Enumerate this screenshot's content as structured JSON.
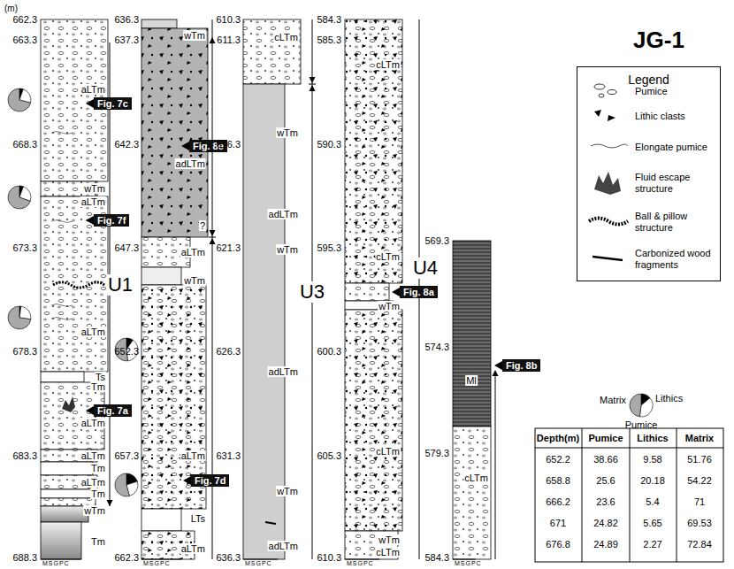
{
  "diagram": {
    "title": "JG-1",
    "nodes": [
      {
        "text": [
          "Fig. 7c"
        ]
      },
      {
        "text": [
          "Fig. 7f"
        ]
      },
      {
        "text": [
          "Fig. 7a"
        ]
      },
      {
        "text": [
          "Fig. 8e"
        ]
      },
      {
        "text": [
          "Fig. 7d"
        ]
      },
      {
        "text": [
          "Fig. 8a"
        ]
      },
      {
        "text": [
          "Fig. 8b"
        ]
      },
      {
        "text": [
          "Legend"
        ]
      }
    ],
    "labels": [
      "(m)",
      "662.3",
      "663.3",
      "668.3",
      "673.3",
      "678.3",
      "683.3",
      "688.3",
      "aLTm",
      "wTm",
      "aLTm",
      "aLTm",
      "Ts",
      "Tm",
      "aLTm",
      "aLTm",
      "Tm",
      "aLTm",
      "Tm",
      "wTm",
      "Tm",
      "U1",
      "MSGPC",
      "636.3",
      "637.3",
      "642.3",
      "647.3",
      "652.3",
      "657.3",
      "662.3",
      "wTm",
      "adLTm",
      "?",
      "aLTm",
      "wTm",
      "aLTm",
      "LTs",
      "aLTm",
      "MSGPC",
      "610.3",
      "611.3",
      "616.3",
      "621.3",
      "626.3",
      "631.3",
      "636.3",
      "cLTm",
      "wTm",
      "adLTm",
      "wTm",
      "adLTm",
      "wTm",
      "adLTm",
      "U3",
      "MSGPC",
      "584.3",
      "585.3",
      "590.3",
      "595.3",
      "600.3",
      "605.3",
      "610.3",
      "cLTm",
      "cLTm",
      "wTm",
      "cLTm",
      "wTm",
      "cLTm",
      "U4",
      "MSGPC",
      "569.3",
      "574.3",
      "579.3",
      "584.3",
      "Ml",
      "cLTm",
      "MSGPC",
      "Matrix",
      "Lithics",
      "Pumice",
      "Depth(m)",
      "Pumice",
      "Lithics",
      "Matrix",
      "652.2",
      "38.66",
      "9.58",
      "51.76",
      "658.8",
      "25.6",
      "20.18",
      "54.22",
      "666.2",
      "23.6",
      "5.4",
      "71",
      "671",
      "24.82",
      "5.65",
      "69.53",
      "676.8",
      "24.89",
      "2.27",
      "72.84"
    ],
    "legend": [
      {
        "text": "Pumice"
      },
      {
        "text": "Lithic clasts"
      },
      {
        "text": "Elongate pumice"
      },
      {
        "text": "Fluid escape structure"
      },
      {
        "text": "Ball & pillow structure"
      },
      {
        "text": "Carbonized wood fragments"
      }
    ]
  }
}
